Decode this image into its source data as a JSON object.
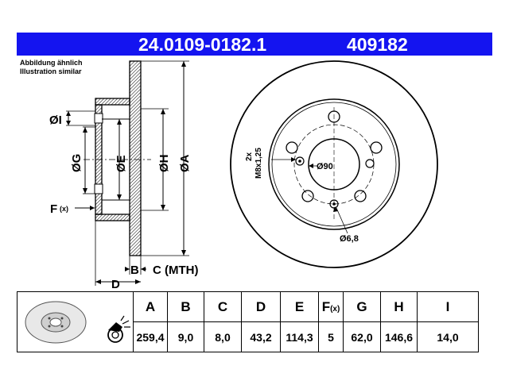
{
  "header": {
    "part_number": "24.0109-0182.1",
    "code": "409182",
    "banner_color": "#1414f0"
  },
  "note": {
    "line1": "Abbildung ähnlich",
    "line2": "Illustration similar"
  },
  "side_view": {
    "labels": {
      "I": "ØI",
      "G": "ØG",
      "E": "ØE",
      "H": "ØH",
      "A": "ØA",
      "F": "F",
      "F_sup": "(x)",
      "B": "B",
      "C": "C (MTH)",
      "D": "D"
    }
  },
  "front_view": {
    "thread_count": "2x",
    "thread": "M8x1,25",
    "center_bore": "Ø90",
    "hole_dia": "Ø6,8"
  },
  "table": {
    "headers": [
      "A",
      "B",
      "C",
      "D",
      "E",
      "F",
      "G",
      "H",
      "I"
    ],
    "f_sup": "(x)",
    "values": [
      "259,4",
      "9,0",
      "8,0",
      "43,2",
      "114,3",
      "5",
      "62,0",
      "146,6",
      "14,0"
    ]
  }
}
